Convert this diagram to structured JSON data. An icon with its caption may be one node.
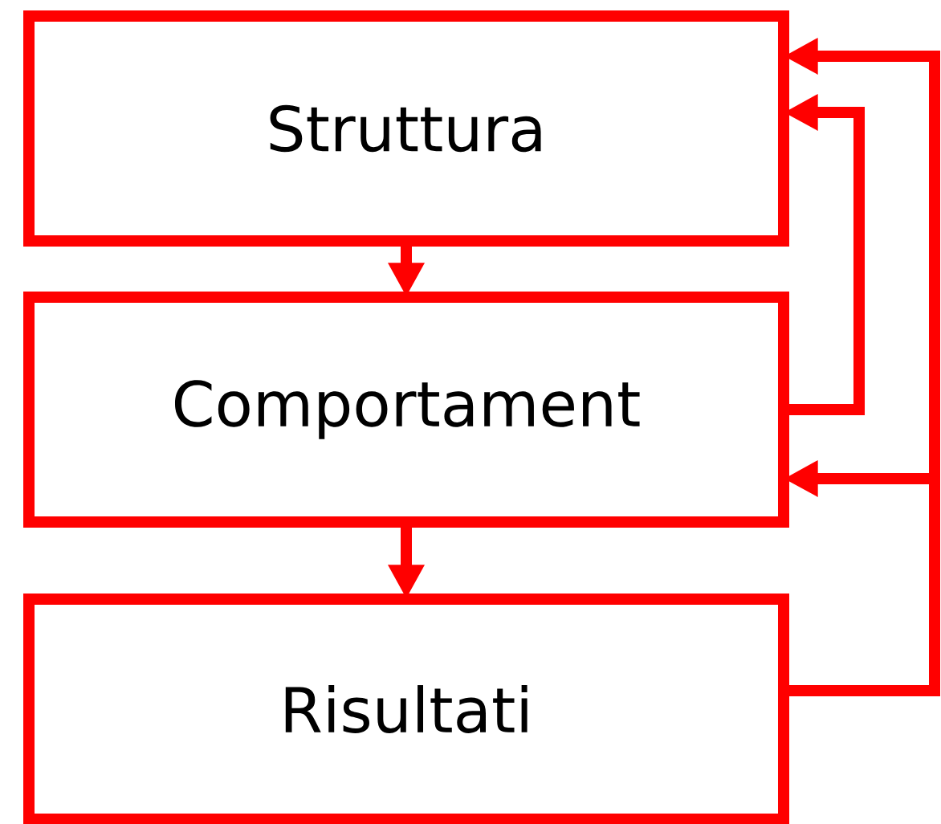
{
  "diagram": {
    "nodes": [
      {
        "text": [
          "Struttura"
        ]
      },
      {
        "text": [
          "Comportament"
        ]
      },
      {
        "text": [
          "Risultati"
        ]
      }
    ],
    "edges": [
      {
        "from": 0,
        "to": 1,
        "arrow": "to"
      },
      {
        "from": 1,
        "to": 2,
        "arrow": "to"
      },
      {
        "from": 1,
        "to": 0,
        "arrow": "to"
      },
      {
        "from": 2,
        "to": 0,
        "arrow": "to"
      },
      {
        "from": 2,
        "to": 1,
        "arrow": "to"
      }
    ]
  }
}
